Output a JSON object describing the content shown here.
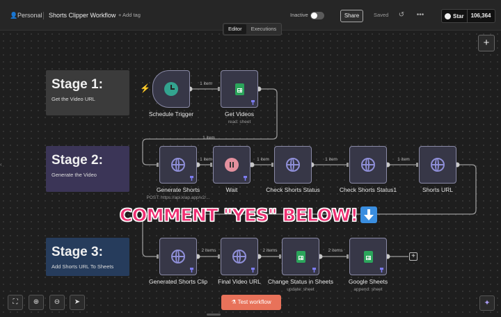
{
  "header": {
    "workspace": "Personal",
    "workflow_name": "Shorts Clipper Workflow",
    "add_tag": "+ Add tag",
    "status_label": "Inactive",
    "share_label": "Share",
    "saved_label": "Saved",
    "star_label": "Star",
    "star_count": "106,364"
  },
  "tabs": [
    {
      "label": "Editor",
      "active": true
    },
    {
      "label": "Executions",
      "active": false
    }
  ],
  "stickies": [
    {
      "title": "Stage 1:",
      "body": "Get the Video URL",
      "color": "#3b3b3b"
    },
    {
      "title": "Stage 2:",
      "body": "Generate the Video",
      "color": "#3b3557"
    },
    {
      "title": "Stage 3:",
      "body": "Add Shorts URL To Sheets",
      "color": "#263c5c"
    }
  ],
  "nodes": [
    {
      "name": "Schedule Trigger",
      "sub": "",
      "icon": "clock-icon"
    },
    {
      "name": "Get Videos",
      "sub": "read: sheet",
      "icon": "sheet-icon"
    },
    {
      "name": "Generate Shorts",
      "sub": "POST: https://api.klap.app/v2/...",
      "icon": "globe-icon"
    },
    {
      "name": "Wait",
      "sub": "",
      "icon": "pause-icon"
    },
    {
      "name": "Check Shorts Status",
      "sub": "",
      "icon": "globe-icon"
    },
    {
      "name": "Check Shorts Status1",
      "sub": "",
      "icon": "globe-icon"
    },
    {
      "name": "Shorts URL",
      "sub": "",
      "icon": "globe-icon"
    },
    {
      "name": "Generated Shorts Clip",
      "sub": "",
      "icon": "globe-icon"
    },
    {
      "name": "Final Video URL",
      "sub": "",
      "icon": "globe-icon"
    },
    {
      "name": "Change Status in Sheets",
      "sub": "update: sheet",
      "icon": "sheet-icon"
    },
    {
      "name": "Google Sheets",
      "sub": "append: sheet",
      "icon": "sheet-icon"
    }
  ],
  "edge_labels": {
    "e1": "1 item",
    "e2": "1 item",
    "e3": "1 item",
    "e4": "1 item",
    "e5": "1 item",
    "e6": "1 item",
    "e7": "2 items",
    "e8": "2 items",
    "e9": "2 items"
  },
  "overlay_text": "COMMENT \"YES\" BELOW!",
  "overlay_emoji": "down-arrow-emoji",
  "test_button": "Test workflow",
  "accent_color": "#e8725a"
}
